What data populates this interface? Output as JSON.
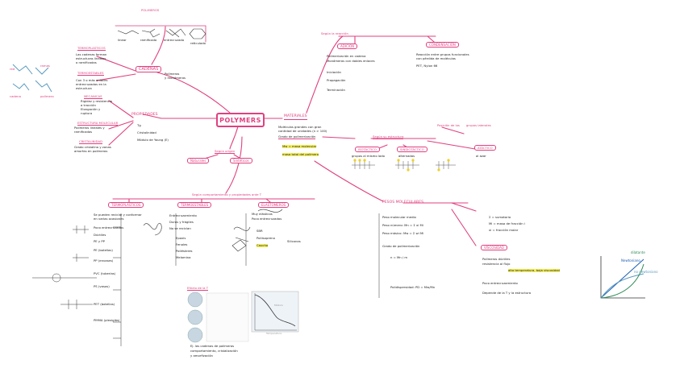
{
  "center": {
    "title": "POLYMERS"
  },
  "top": {
    "title": "POLIMEROS",
    "images": [
      "linear",
      "ramificado",
      "entrecruzado",
      "reticulado"
    ]
  },
  "left": {
    "cadenas_title": "CADENAS",
    "cadenas_items": [
      {
        "title": "TERMOPLASTICOS",
        "desc": [
          "Las cadenas forman",
          "estructuras lineales",
          "o ramificadas"
        ]
      },
      {
        "title": "TERMOESTABLES",
        "desc": [
          "Con 3 o más enlaces",
          "entrecruzados en la",
          "estructura"
        ]
      }
    ],
    "cadenas_note": [
      "Polímeros",
      "y monómeros"
    ],
    "props_title": "PROPIEDADES",
    "props_groups": [
      {
        "title": "MECANICAS",
        "items": [
          "Rigidez y resistencia",
          "a tracción",
          "Elongación y",
          "ruptura"
        ]
      },
      {
        "title": "ESTRUCTURA MOLECULAR",
        "items": [
          "Polímeros lineales y",
          "ramificados"
        ]
      },
      {
        "title": "CRISTALINIDAD",
        "items": [
          "Grado cristalino y zonas",
          "amorfas en polímeros"
        ]
      }
    ],
    "props_list": [
      "Tg",
      "Cristalinidad",
      "Módulo de Young (E)"
    ],
    "hierarchy_title": "Según origen",
    "origin_left": "Naturales",
    "origin_right": "Sintéticos",
    "images_side": [
      "cadena",
      "polímero",
      "red",
      "ramas"
    ]
  },
  "materiales": {
    "title": "MATERIALES",
    "bullets": [
      "Moléculas grandes con gran",
      "cantidad de unidades (n > 100)",
      "Grado de polimerización"
    ],
    "highlight_1": "Mw = masa molecular",
    "highlight_2": "masa total del polímero",
    "reaction_title": "Según la reacción",
    "adicion_title": "ADICIÓN",
    "adicion_items": [
      "Polimerización en cadena",
      "Monómeros con dobles enlaces",
      "Iniciación",
      "Propagación",
      "Terminación"
    ],
    "condensacion_title": "CONDENSACIÓN",
    "condensacion_items": [
      "Reacción entre grupos funcionales",
      "con pérdida de moléculas",
      "PET, Nylon 66"
    ],
    "estructura_title": "Según su estructura",
    "tacticity": [
      "ISOTÁCTICO",
      "SINDIOTÁCTICO",
      "ATÁCTICO"
    ],
    "tacticity_desc": [
      "grupos al mismo lado",
      "alternados",
      "al azar"
    ],
    "tacticity_note": [
      "Posición de los",
      "grupos laterales"
    ]
  },
  "clasif": {
    "title": "Según comportamiento y propiedades ante T",
    "cols": [
      {
        "title": "TERMOPLÁSTICOS",
        "items": [
          "Se pueden reciclar y conformar",
          "en varias ocasiones",
          "Poco entrecruzados",
          "Dúctiles",
          "PE y PP",
          "PE (botellas)",
          "PP (envases)",
          "PVC (tuberías)",
          "PS (vasos)",
          "PET (botellas)",
          "PMMA (plexiglás)"
        ]
      },
      {
        "title": "TERMOESTABLES",
        "items": [
          "Entrecruzamiento",
          "Duros y frágiles",
          "No se reciclan",
          "Epoxis",
          "Fenoles",
          "Poliésteres",
          "Melamina"
        ]
      },
      {
        "title": "ELASTÓMEROS",
        "items": [
          "Muy elásticos",
          "Poco entrecruzados",
          "SBR",
          "Poliisopreno",
          "Caucho",
          "Siliconas"
        ]
      }
    ],
    "graph_title": "Efecto de la T",
    "graph_caption": [
      "Ej. las cadenas de polímeros",
      "comportamiento, cristalización",
      "y amorfización"
    ],
    "graph_labels": [
      "Temperatura",
      "Módulo"
    ]
  },
  "pesos": {
    "title": "PESOS MOLECULARES",
    "items": [
      "Peso molecular medio",
      "Peso número: Mn = Σ xi Mi",
      "Peso másico: Mw = Σ wi Mi",
      "Grado de polimerización",
      "n = Mn / m",
      "Polidispersidad: PD = Mw/Mn"
    ],
    "right_items": [
      "Σ = sumatorio",
      "Mi = masa de fracción i",
      "xi = fracción molar"
    ],
    "visco_title": "VISCOSIDAD",
    "visco_items": [
      "Polímeros dúctiles",
      "resistencia al flujo",
      "Poco entrecruzamiento",
      "Depende de la T y la estructura"
    ],
    "visco_highlight": "alta temperatura, baja viscosidad",
    "graph_labels": [
      "Newtoniano",
      "no newtoniano",
      "dilatante"
    ]
  }
}
